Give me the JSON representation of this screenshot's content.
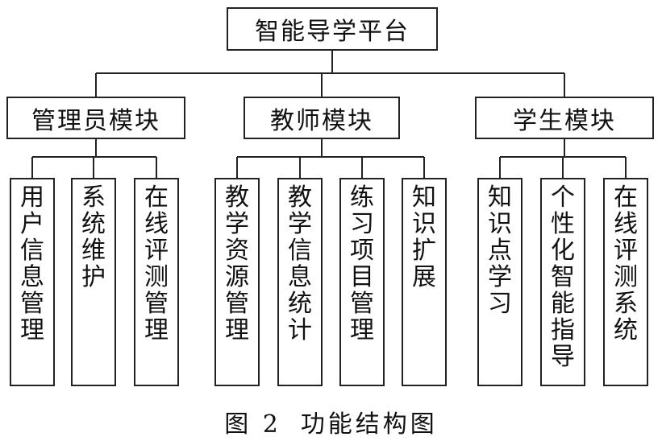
{
  "root": {
    "label": "智能导学平台"
  },
  "modules": [
    {
      "label": "管理员模块",
      "children": [
        "用户信息管理",
        "系统维护",
        "在线评测管理"
      ]
    },
    {
      "label": "教师模块",
      "children": [
        "教学资源管理",
        "教学信息统计",
        "练习项目管理",
        "知识扩展"
      ]
    },
    {
      "label": "学生模块",
      "children": [
        "知识点学习",
        "个性化智能指导",
        "在线评测系统"
      ]
    }
  ],
  "caption": {
    "figure": "图 2",
    "title": "功能结构图"
  },
  "colors": {
    "line": "#222222",
    "text": "#111111",
    "background": "#ffffff"
  }
}
